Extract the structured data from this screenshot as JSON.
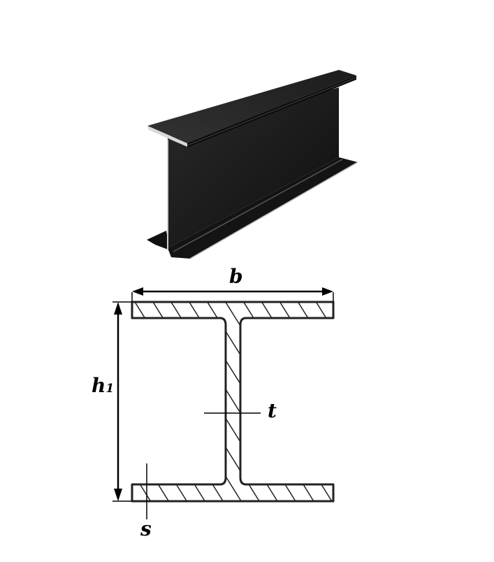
{
  "figure": {
    "title": "I-beam (H-section) with cross-section dimensions",
    "photo": {
      "description": "3D rendering of dark steel I-beam",
      "fill_color": "#1a1a1a",
      "edge_highlight": "#d8d8d8"
    },
    "cross_section": {
      "outline_color": "#222222",
      "hatch_color": "#222222",
      "labels": {
        "width": "b",
        "height_main": "h",
        "height_sub": "1",
        "web_thickness": "t",
        "flange_thickness": "s"
      }
    }
  }
}
